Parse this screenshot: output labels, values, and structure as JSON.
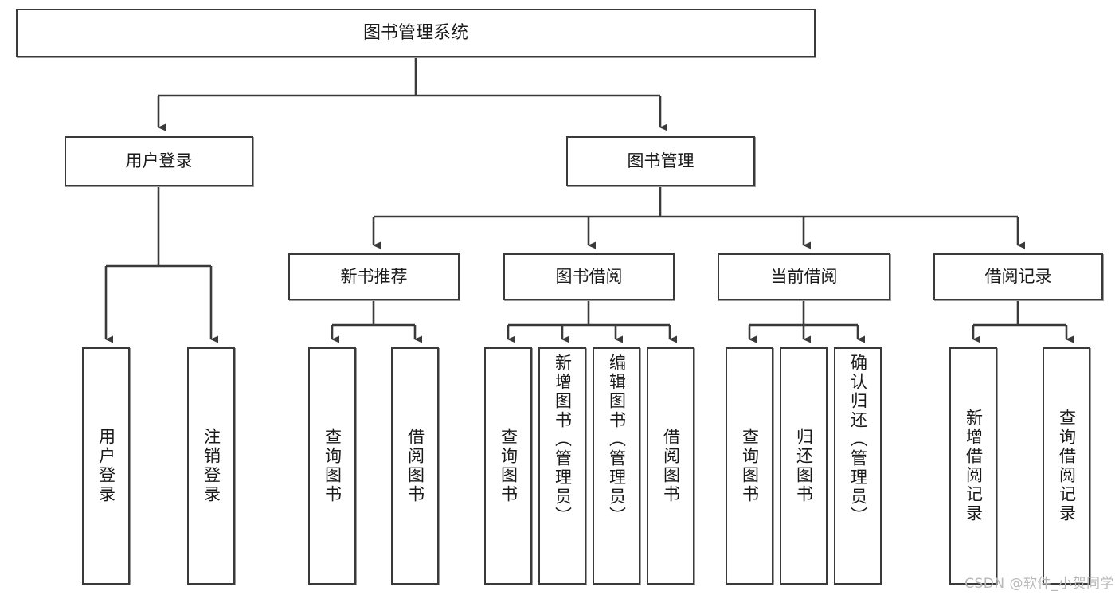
{
  "diagram": {
    "type": "tree",
    "title": "图书管理系统",
    "colors": {
      "background": "#ffffff",
      "box_border": "#3a3a3a",
      "box_fill": "#ffffff",
      "connector": "#3a3a3a",
      "text": "#1a1a1a",
      "watermark": "#b9b9b9"
    },
    "root": {
      "label": "图书管理系统"
    },
    "level2": [
      {
        "label": "用户登录"
      },
      {
        "label": "图书管理"
      }
    ],
    "level3": [
      {
        "label": "新书推荐"
      },
      {
        "label": "图书借阅"
      },
      {
        "label": "当前借阅"
      },
      {
        "label": "借阅记录"
      }
    ],
    "leaves": {
      "user_login": [
        {
          "label": "用户登录"
        },
        {
          "label": "注销登录"
        }
      ],
      "new_book_recommend": [
        {
          "label": "查询图书"
        },
        {
          "label": "借阅图书"
        }
      ],
      "book_borrow": [
        {
          "label": "查询图书"
        },
        {
          "label": "新增图书（管理员）"
        },
        {
          "label": "编辑图书（管理员）"
        },
        {
          "label": "借阅图书"
        }
      ],
      "current_borrow": [
        {
          "label": "查询图书"
        },
        {
          "label": "归还图书"
        },
        {
          "label": "确认归还（管理员）"
        }
      ],
      "borrow_record": [
        {
          "label": "新增借阅记录"
        },
        {
          "label": "查询借阅记录"
        }
      ]
    }
  },
  "watermark": {
    "text": "CSDN @软件_小贺同学"
  }
}
